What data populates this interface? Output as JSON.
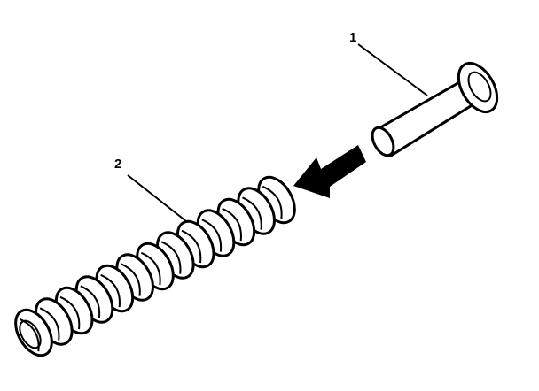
{
  "callouts": [
    {
      "label": "1",
      "part": "pin"
    },
    {
      "label": "2",
      "part": "spring"
    }
  ],
  "colors": {
    "ink": "#000000",
    "paper": "#ffffff"
  },
  "parts": {
    "pin": {
      "icon": "pin-icon"
    },
    "spring": {
      "icon": "coil-spring-icon",
      "coils": 13
    },
    "arrow": {
      "icon": "install-direction-arrow-icon",
      "direction": "toward-spring"
    }
  }
}
